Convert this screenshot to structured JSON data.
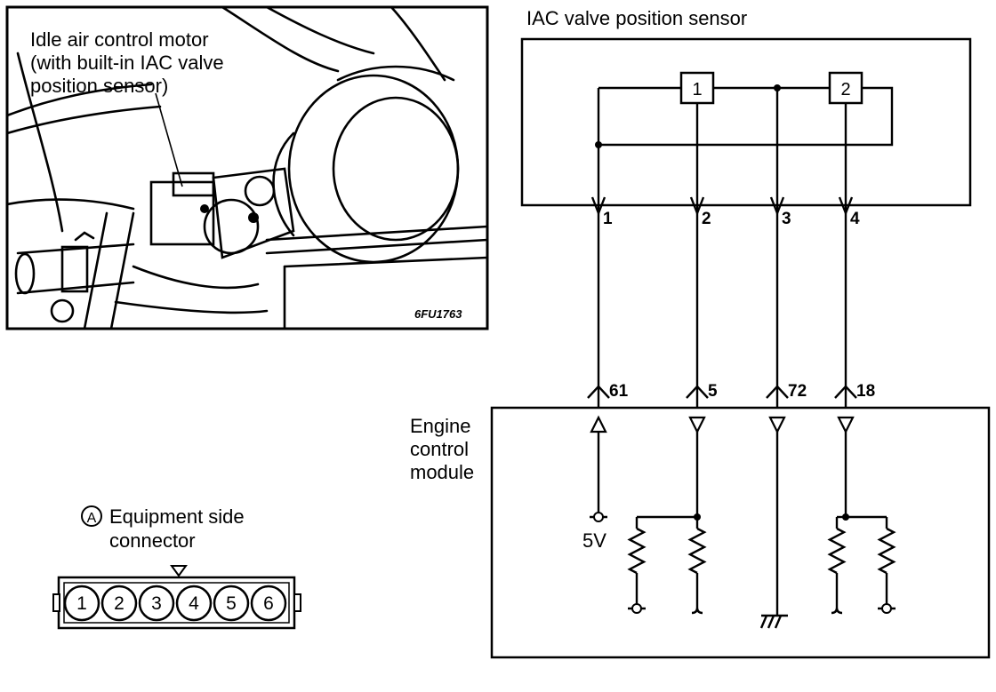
{
  "photo": {
    "callout": [
      "Idle air control motor",
      "(with built-in IAC valve",
      "position sensor)"
    ],
    "code": "6FU1763"
  },
  "connector": {
    "marker": "A",
    "title_line1": "Equipment side",
    "title_line2": "connector",
    "pins": [
      "1",
      "2",
      "3",
      "4",
      "5",
      "6"
    ]
  },
  "sensor": {
    "title": "IAC valve position sensor",
    "element_1": "1",
    "element_2": "2",
    "sensor_pins": [
      "1",
      "2",
      "3",
      "4"
    ]
  },
  "ecm": {
    "title": [
      "Engine",
      "control",
      "module"
    ],
    "terminals": [
      "61",
      "5",
      "72",
      "18"
    ],
    "supply": "5V"
  }
}
